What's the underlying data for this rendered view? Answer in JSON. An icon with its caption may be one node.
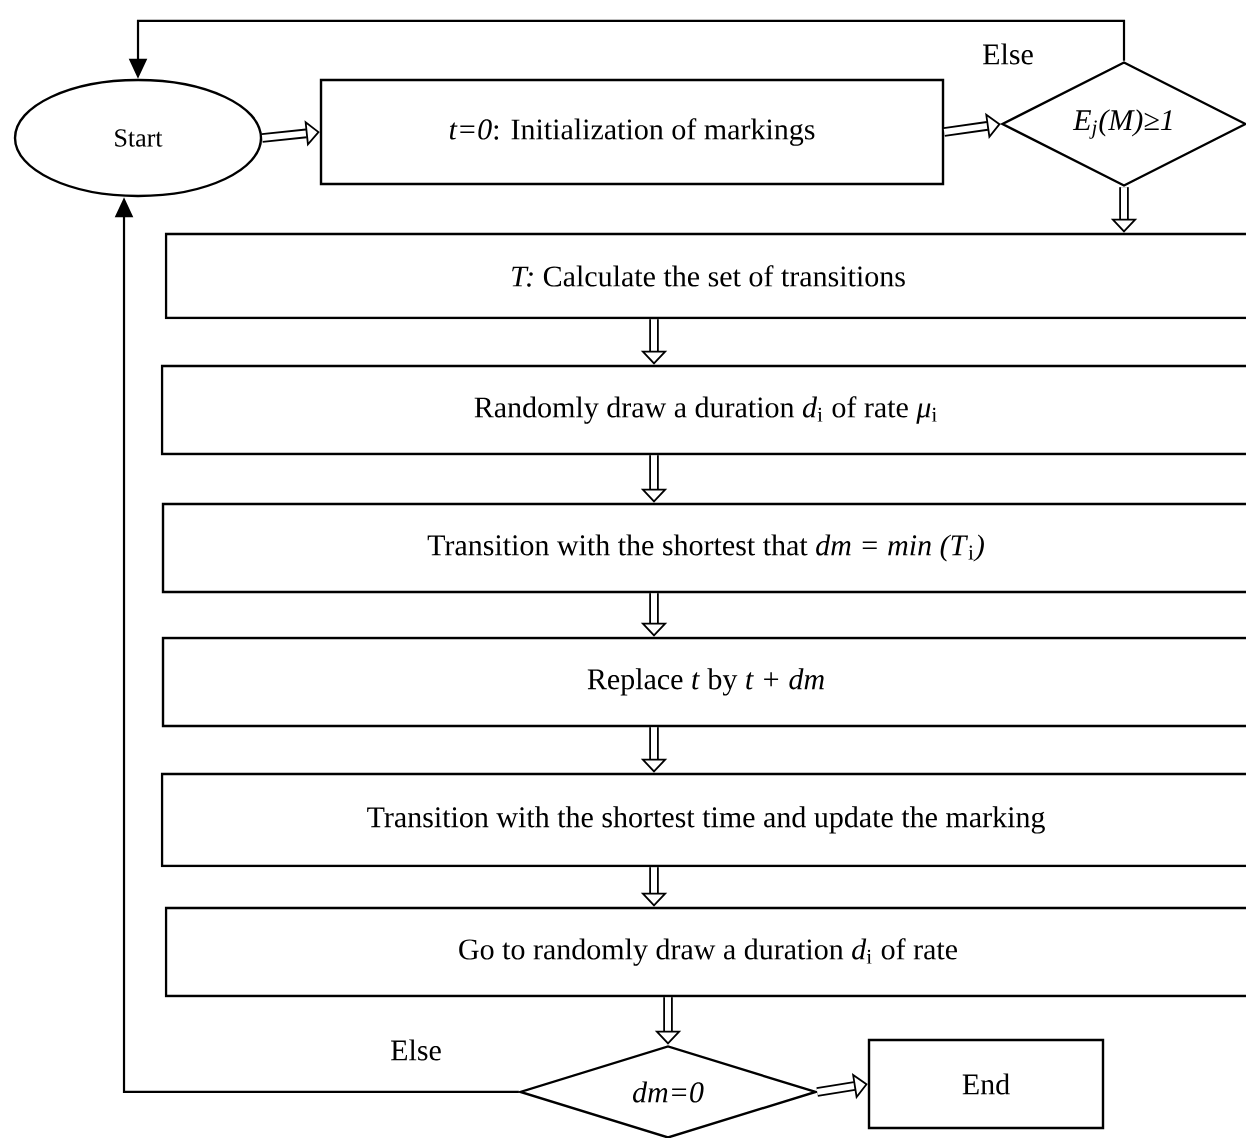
{
  "diagram": {
    "nodes": [
      {
        "text": [
          "Start"
        ]
      },
      {
        "text": [
          "*t=0*: Initialization of markings"
        ]
      },
      {
        "text": [
          "*E*$_{j}$*(M)≥1*"
        ]
      },
      {
        "text": [
          "*T:* Calculate the set of transitions"
        ]
      },
      {
        "text": [
          "Randomly draw a duration *d*$_{i}$ of rate *μ*$_{i}$"
        ]
      },
      {
        "text": [
          "Transition with the shortest that *dm = min (T*$_{i}$*)*"
        ]
      },
      {
        "text": [
          "Replace *t* by *t + dm*"
        ]
      },
      {
        "text": [
          "Transition with the shortest time and update the marking"
        ]
      },
      {
        "text": [
          "Go to randomly draw a duration *d*$_{i}$ of rate"
        ]
      },
      {
        "text": [
          "dm=0"
        ]
      },
      {
        "text": [
          "End"
        ]
      }
    ],
    "edges": [
      {
        "from": 0,
        "to": 1,
        "arrow": "to"
      },
      {
        "from": 1,
        "to": 2,
        "arrow": "to"
      },
      {
        "from": 2,
        "to": 3,
        "arrow": "to"
      },
      {
        "from": 3,
        "to": 4,
        "arrow": "to"
      },
      {
        "from": 4,
        "to": 5,
        "arrow": "to"
      },
      {
        "from": 5,
        "to": 6,
        "arrow": "to"
      },
      {
        "from": 6,
        "to": 7,
        "arrow": "to"
      },
      {
        "from": 7,
        "to": 8,
        "arrow": "to"
      },
      {
        "from": 8,
        "to": 9,
        "arrow": "to"
      },
      {
        "from": 9,
        "to": 10,
        "arrow": "to"
      },
      {
        "from": 2,
        "to": 0,
        "arrow": "to",
        "label": "Else"
      },
      {
        "from": 9,
        "to": 0,
        "arrow": "to",
        "label": "Else"
      }
    ]
  }
}
